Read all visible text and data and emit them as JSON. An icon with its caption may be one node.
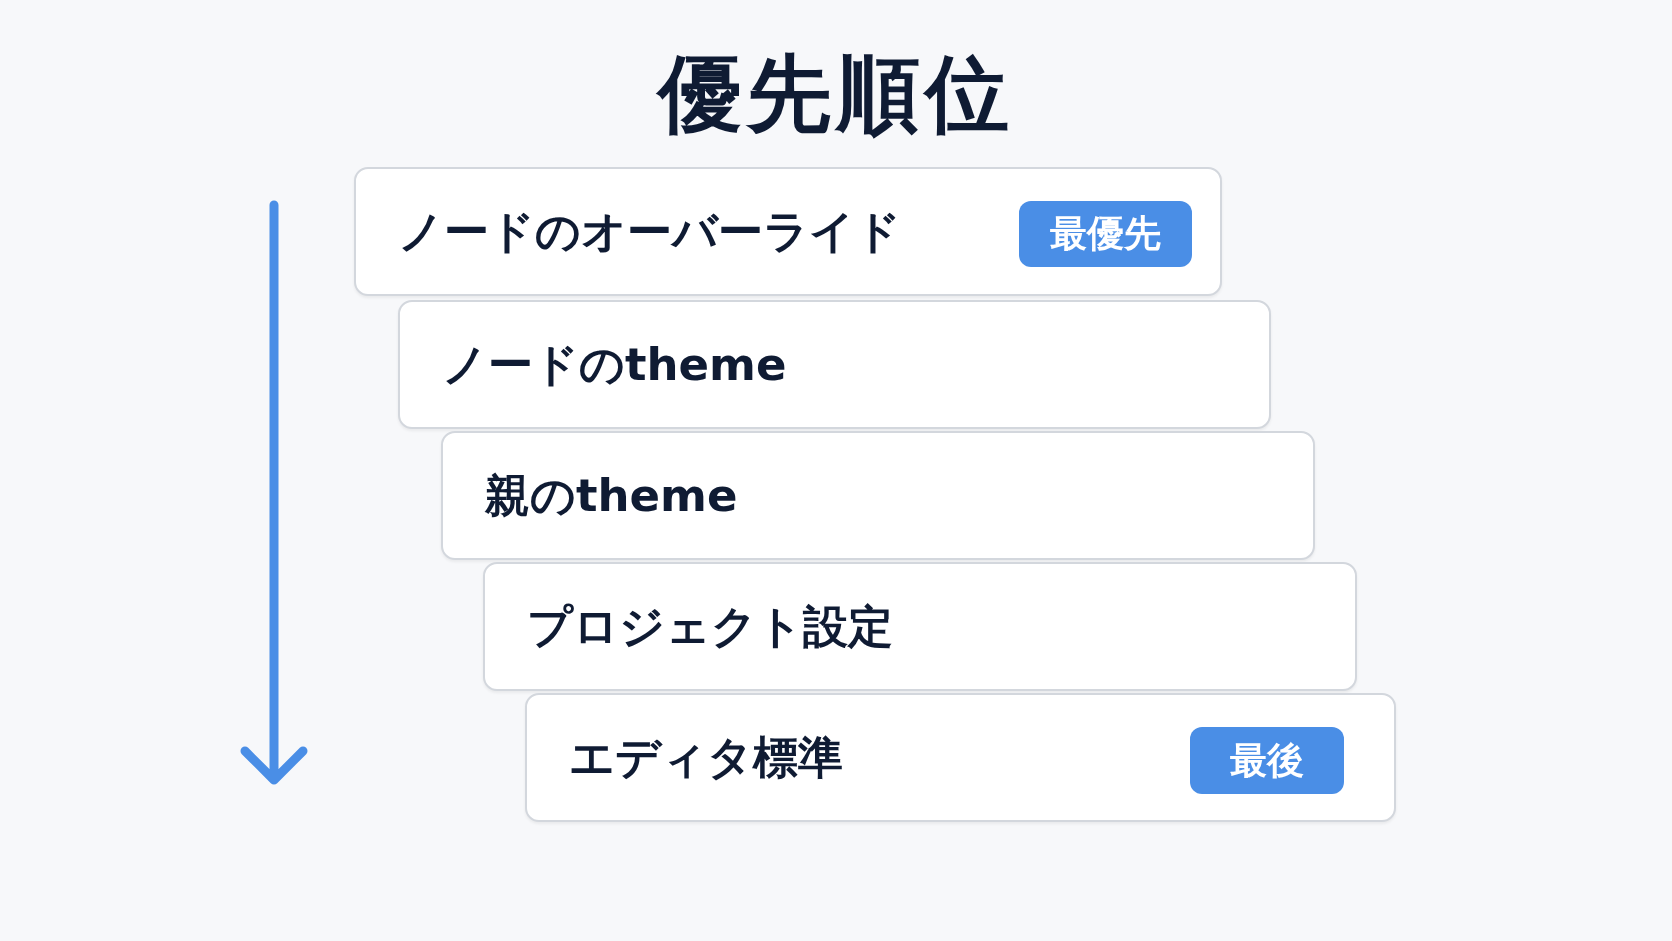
{
  "diagram": {
    "title": "優先順位",
    "nodes": [
      {
        "text": [
          "ノードのオーバーライド"
        ]
      },
      {
        "text": [
          "最優先"
        ],
        "in": 0
      },
      {
        "text": [
          "ノードのtheme"
        ]
      },
      {
        "text": [
          "親のtheme"
        ]
      },
      {
        "text": [
          "プロジェクト設定"
        ]
      },
      {
        "text": [
          "エディタ標準"
        ]
      },
      {
        "text": [
          "最後"
        ],
        "in": 5
      }
    ]
  }
}
